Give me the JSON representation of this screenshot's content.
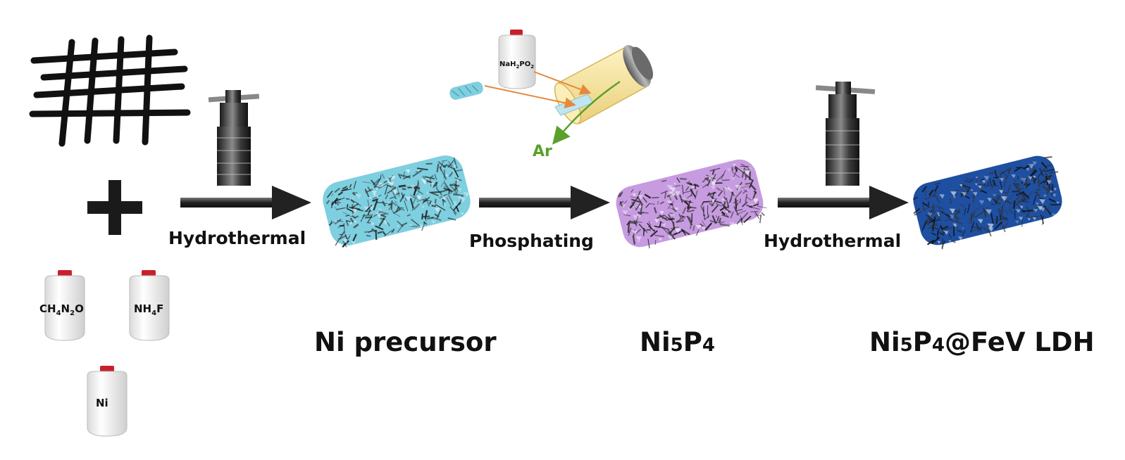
{
  "steps": {
    "step1": "Hydrothermal",
    "step2": "Phosphating",
    "step3": "Hydrothermal"
  },
  "products": {
    "p1": "Ni precursor",
    "p2_a": "Ni",
    "p2_b": "5",
    "p2_c": "P",
    "p2_d": "4",
    "p3_a": "Ni",
    "p3_b": "5",
    "p3_c": "P",
    "p3_d": "4",
    "p3_e": "@FeV LDH"
  },
  "reagents": {
    "urea_a": "CH",
    "urea_b": "4",
    "urea_c": "N",
    "urea_d": "2",
    "urea_e": "O",
    "nh4f_a": "NH",
    "nh4f_b": "4",
    "nh4f_c": "F",
    "ni": "Ni",
    "naph_a": "NaH",
    "naph_b": "2",
    "naph_c": "PO",
    "naph_d": "2"
  },
  "gas": "Ar",
  "colors": {
    "precursor": "#7ecfe0",
    "ni5p4": "#c79be0",
    "ldh": "#1e4fa0",
    "arrow": "#2a2a2a",
    "gas_arrow": "#5aa02c",
    "feed_arrow": "#e58a3c",
    "furnace_tube": "#f3e3a0",
    "bottle_cap": "#d42a2a"
  }
}
